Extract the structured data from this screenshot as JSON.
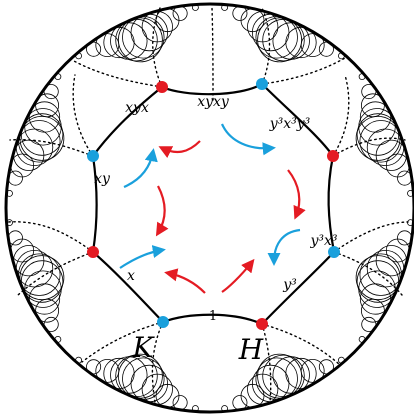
{
  "labels": {
    "one": "1",
    "x": "x",
    "xy": "xy",
    "xyx": "xyx",
    "xyxy": "xyxy",
    "y3x3y3": "y³x³y³",
    "y3x3": "y³x³",
    "y3": "y³",
    "K": "K",
    "H": "H"
  },
  "colors": {
    "red": "#e41b23",
    "blue": "#1aa0dc",
    "line": "#000000"
  },
  "icons": {
    "red_vertex": "red-dot",
    "blue_vertex": "blue-dot",
    "arrow": "curved-arrow"
  }
}
